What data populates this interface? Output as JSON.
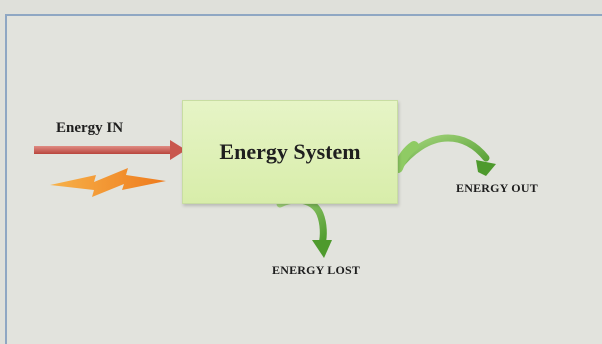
{
  "diagram": {
    "system_label": "Energy System",
    "input_label": "Energy IN",
    "output_label": "ENERGY OUT",
    "loss_label": "ENERGY LOST"
  },
  "colors": {
    "input_arrow": "#c9574e",
    "lightning": "#f59a2c",
    "green_arrows": "#6fb548",
    "system_box": "#dcefb2",
    "frame_border": "#8fa7c3"
  }
}
